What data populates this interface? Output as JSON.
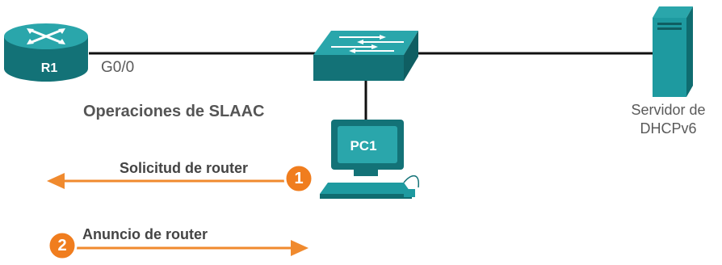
{
  "diagram": {
    "title": "Operaciones de SLAAC",
    "devices": {
      "router": {
        "label": "R1",
        "interface": "G0/0"
      },
      "pc": {
        "label": "PC1"
      },
      "server": {
        "label_line1": "Servidor de",
        "label_line2": "DHCPv6"
      }
    },
    "steps": [
      {
        "number": "1",
        "label": "Solicitud de router",
        "direction": "left"
      },
      {
        "number": "2",
        "label": "Anuncio de router",
        "direction": "right"
      }
    ]
  },
  "colors": {
    "device_teal": "#1e9aa0",
    "device_dark": "#137277",
    "arrow_orange": "#f08a2e",
    "badge_orange": "#f07d1e",
    "link_black": "#111111"
  }
}
